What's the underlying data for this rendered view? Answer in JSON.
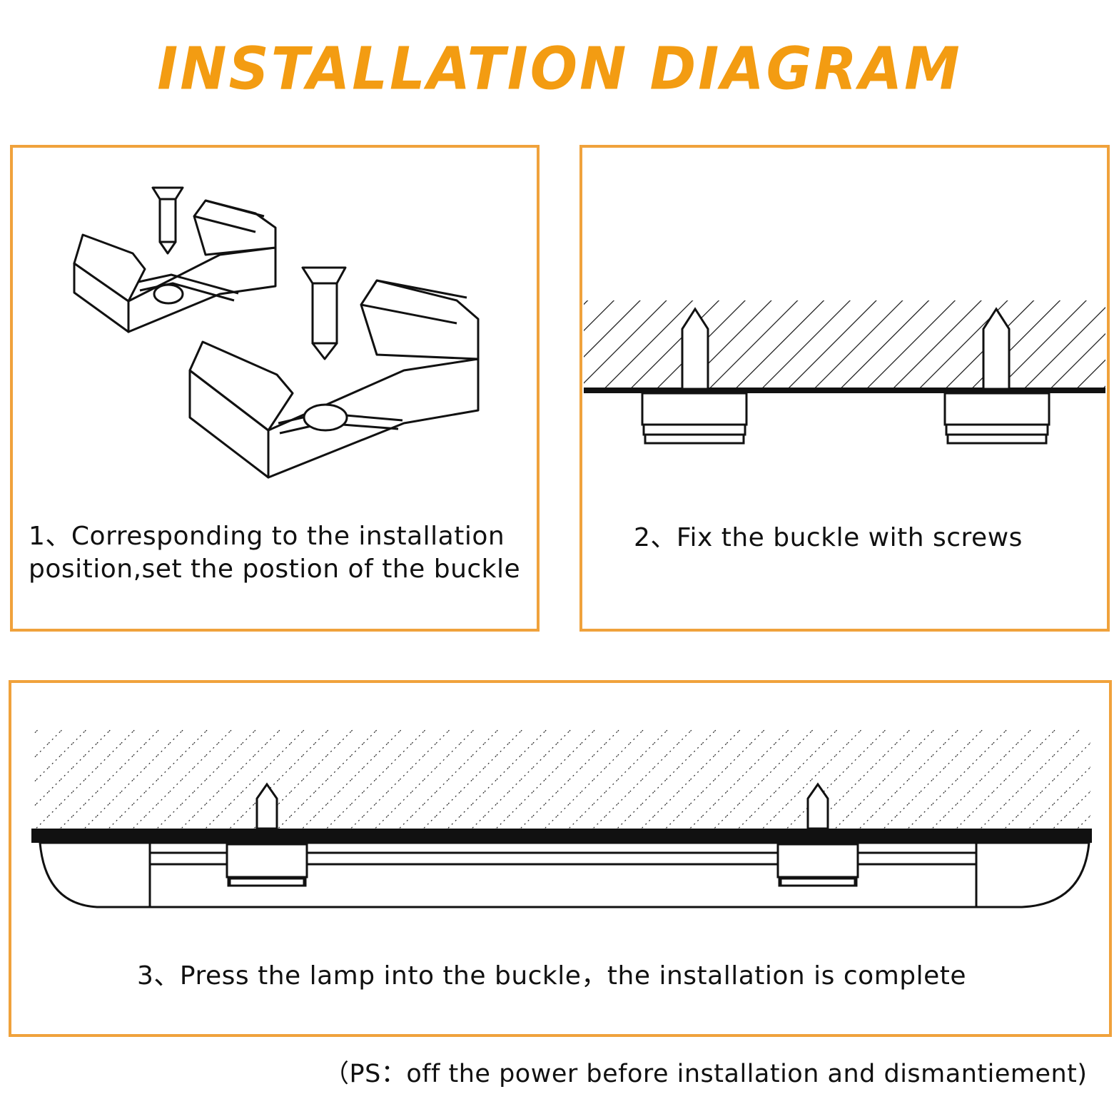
{
  "title": "INSTALLATION DIAGRAM",
  "accent_color": "#f39c12",
  "border_color": "#f0a23c",
  "steps": [
    {
      "caption_line1": "1、Corresponding to the installation",
      "caption_line2": "position,set the postion of the buckle",
      "illustration": "two-mounting-buckles-with-screws"
    },
    {
      "caption": "2、Fix the buckle with screws",
      "illustration": "buckles-screwed-to-ceiling"
    },
    {
      "caption": "3、Press the lamp into the buckle，the installation is complete",
      "illustration": "lamp-pressed-into-buckles"
    }
  ],
  "note": "（PS：off the power before installation and dismantiement)"
}
